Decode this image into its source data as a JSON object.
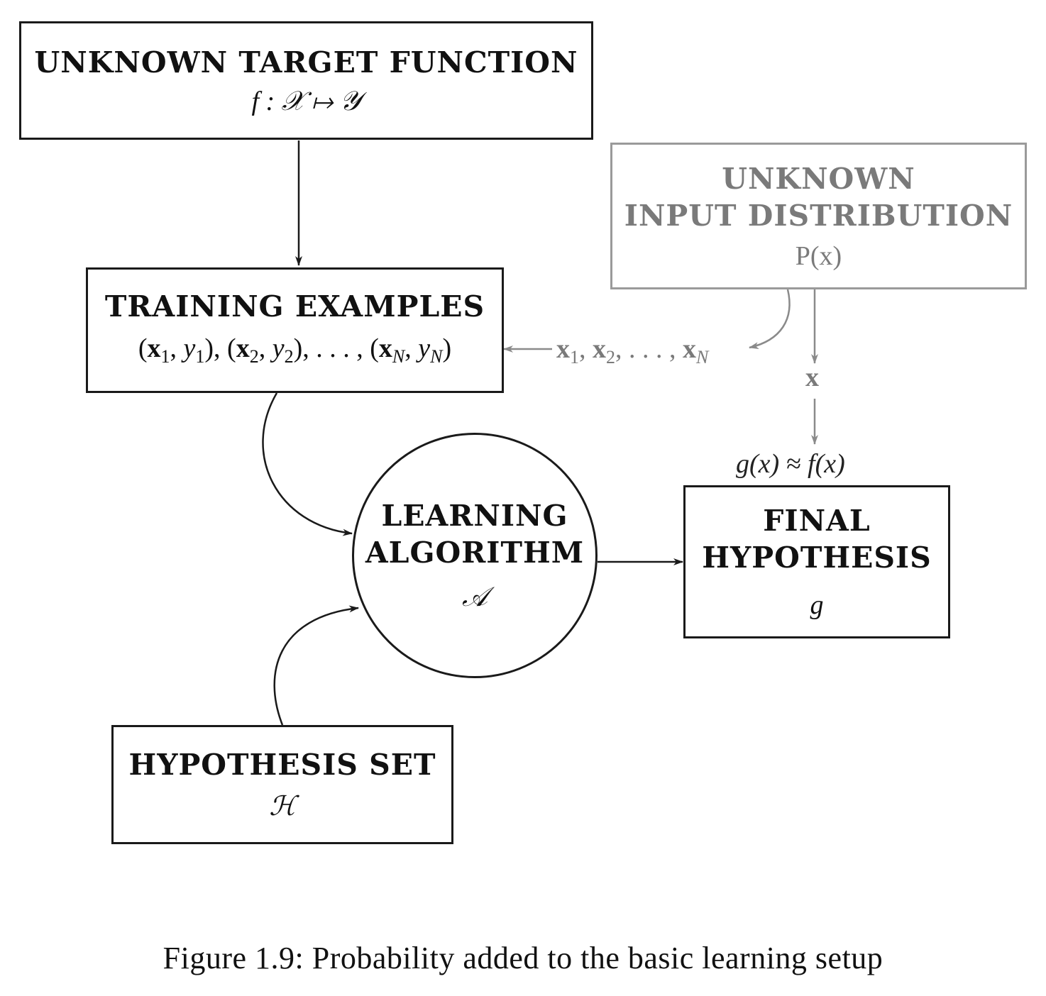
{
  "nodes": {
    "target_function": {
      "title": "UNKNOWN TARGET FUNCTION",
      "math": "f : 𝒳 ↦ 𝒴"
    },
    "input_distribution": {
      "title_line1": "UNKNOWN",
      "title_line2": "INPUT DISTRIBUTION",
      "math": "P(x)"
    },
    "training_examples": {
      "title": "TRAINING EXAMPLES"
    },
    "learning_algorithm": {
      "title_line1": "LEARNING",
      "title_line2": "ALGORITHM",
      "math": "𝒜"
    },
    "final_hypothesis": {
      "title_line1": "FINAL",
      "title_line2": "HYPOTHESIS",
      "math": "g"
    },
    "hypothesis_set": {
      "title": "HYPOTHESIS SET",
      "math": "ℋ"
    }
  },
  "edge_labels": {
    "x_input": "x",
    "approximation": "g(x) ≈ f(x)"
  },
  "caption": "Figure 1.9: Probability added to the basic learning setup",
  "colors": {
    "primary": "#1a1a1a",
    "probability": "#8a8a8a"
  }
}
